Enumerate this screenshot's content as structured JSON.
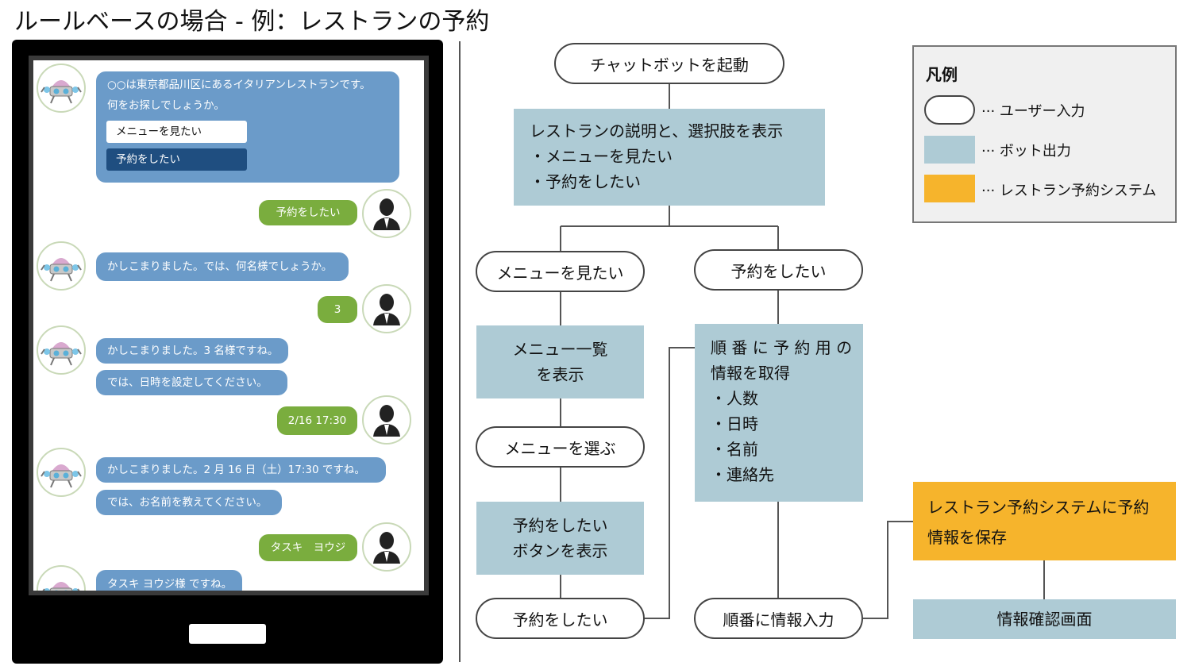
{
  "title": "ルールベースの場合 - 例：レストランの予約",
  "chat": {
    "bot1_line1": "○○は東京都品川区にあるイタリアンレストランです。",
    "bot1_line2": "何をお探しでしょうか。",
    "option_menu": "メニューを見たい",
    "option_reserve": "予約をしたい",
    "user1": "予約をしたい",
    "bot2": "かしこまりました。では、何名様でしょうか。",
    "user2": "3",
    "bot3a": "かしこまりました。3 名様ですね。",
    "bot3b": "では、日時を設定してください。",
    "user3": "2/16 17:30",
    "bot4a": "かしこまりました。2 月 16 日（土）17:30 ですね。",
    "bot4b": "では、お名前を教えてください。",
    "user4": "タスキ　ヨウジ",
    "bot5": "タスキ ヨウジ様 ですね。"
  },
  "flow": {
    "start": "チャットボットを起動",
    "intro_line1": "レストランの説明と、選択肢を表示",
    "intro_line2": "・メニューを見たい",
    "intro_line3": "・予約をしたい",
    "branch_menu": "メニューを見たい",
    "branch_reserve": "予約をしたい",
    "menu_list_line1": "メニュー一覧",
    "menu_list_line2": "を表示",
    "choose_menu": "メニューを選ぶ",
    "show_button_line1": "予約をしたい",
    "show_button_line2": "ボタンを表示",
    "reserve_bottom": "予約をしたい",
    "acquire_line1": "順 番 に 予 約 用 の",
    "acquire_line2": "情報を取得",
    "acquire_item1": "・人数",
    "acquire_item2": "・日時",
    "acquire_item3": "・名前",
    "acquire_item4": "・連絡先",
    "input_in_order": "順番に情報入力",
    "save_line1": "レストラン予約システムに予約",
    "save_line2": "情報を保存",
    "confirm": "情報確認画面"
  },
  "legend": {
    "title": "凡例",
    "user_input": "··· ユーザー入力",
    "bot_output": "··· ボット出力",
    "system": "··· レストラン予約システム"
  },
  "colors": {
    "bot_output": "#aecbd5",
    "system": "#f6b42c",
    "bot_bubble": "#6b9bc9",
    "user_bubble": "#7aad3e",
    "selected_option": "#1f4e80"
  }
}
